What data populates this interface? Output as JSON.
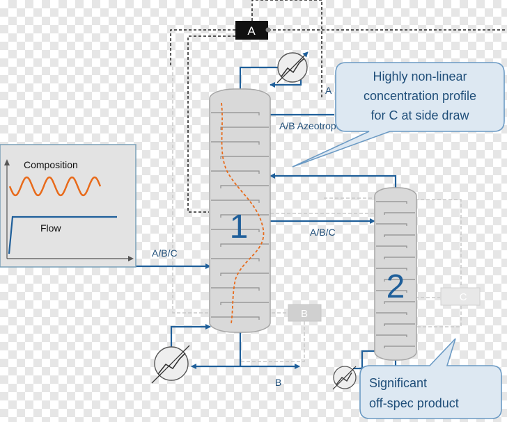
{
  "controller": {
    "label": "A"
  },
  "columns": [
    {
      "number": "1"
    },
    {
      "number": "2"
    }
  ],
  "streams": {
    "feed": "A/B/C",
    "azeotrope": "A/B Azeotrope",
    "side_draw": "A/B/C",
    "bottoms": "B",
    "analyzer_top": "A"
  },
  "analyzers": {
    "col1_bottom": "B",
    "col2": "C"
  },
  "inset_plot": {
    "composition_label": "Composition",
    "flow_label": "Flow"
  },
  "callouts": {
    "nonlinear": [
      "Highly non-linear",
      "concentration profile",
      "for C at side draw"
    ],
    "offspec": [
      "Significant",
      "off-spec product"
    ]
  },
  "colors": {
    "stream": "#1f5f9a",
    "column_fill": "#d9d9d9",
    "column_stroke": "#a6a6a6",
    "profile": "#e86a1a",
    "callout_fill": "#dde8f2",
    "callout_stroke": "#6b9ac4",
    "label_text": "#1f4e79"
  }
}
